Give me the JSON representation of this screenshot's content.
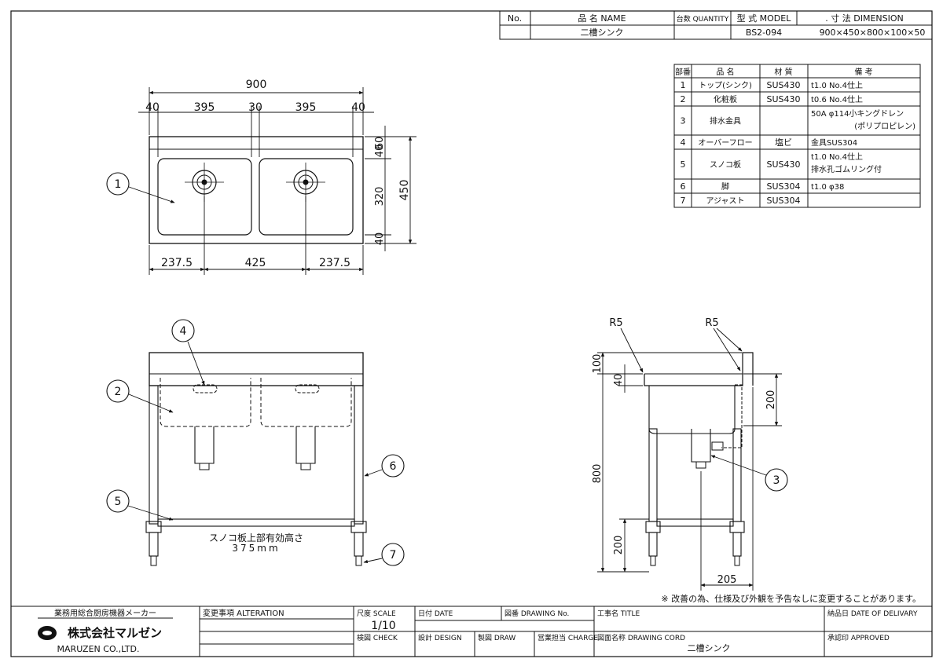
{
  "header": {
    "no_label": "No.",
    "name_label": "品 名 NAME",
    "qty_label": "台数 QUANTITY",
    "model_label": "型 式 MODEL",
    "dim_label": ". 寸 法 DIMENSION",
    "name_value": "二槽シンク",
    "model_value": "BS2-094",
    "dim_value": "900×450×800×100×50"
  },
  "parts_table": {
    "headers": [
      "部番",
      "品 名",
      "材 質",
      "備 考"
    ],
    "rows": [
      {
        "no": "1",
        "name": "トップ(シンク)",
        "material": "SUS430",
        "note": "t1.0 No.4仕上",
        "note2": ""
      },
      {
        "no": "2",
        "name": "化粧板",
        "material": "SUS430",
        "note": "t0.6 No.4仕上",
        "note2": ""
      },
      {
        "no": "3",
        "name": "排水金具",
        "material": "",
        "note": "50A φ114小キングドレン",
        "note2": "(ポリプロピレン)"
      },
      {
        "no": "4",
        "name": "オーバーフロー",
        "material": "塩ビ",
        "note": "金具SUS304",
        "note2": ""
      },
      {
        "no": "5",
        "name": "スノコ板",
        "material": "SUS430",
        "note": "t1.0 No.4仕上",
        "note2": "排水孔ゴムリング付"
      },
      {
        "no": "6",
        "name": "脚",
        "material": "SUS304",
        "note": "t1.0 φ38",
        "note2": ""
      },
      {
        "no": "7",
        "name": "アジャスト",
        "material": "SUS304",
        "note": "",
        "note2": ""
      }
    ]
  },
  "top_view": {
    "dim_total": "900",
    "dim_40a": "40",
    "dim_395a": "395",
    "dim_30": "30",
    "dim_395b": "395",
    "dim_40b": "40",
    "dim_v40a": "40",
    "dim_v60": "60",
    "dim_320": "320",
    "dim_v40b": "40",
    "dim_450": "450",
    "dim_237a": "237.5",
    "dim_425": "425",
    "dim_237b": "237.5",
    "callout": "1"
  },
  "front_view": {
    "callouts": [
      "4",
      "2",
      "5",
      "6",
      "7"
    ],
    "note_line1": "スノコ板上部有効高さ",
    "note_line2": "375mm"
  },
  "side_view": {
    "r5a": "R5",
    "r5b": "R5",
    "dim_100": "100",
    "dim_40": "40",
    "dim_200a": "200",
    "dim_800": "800",
    "dim_200b": "200",
    "dim_205": "205",
    "callout": "3"
  },
  "notice": "※ 改善の為、仕様及び外観を予告なしに変更することがあります。",
  "title_block": {
    "company_tag": "業務用総合厨房機器メーカー",
    "company_name": "株式会社マルゼン",
    "company_en": "MARUZEN CO.,LTD.",
    "alteration": "変更事項 ALTERATION",
    "scale_label": "尺度 SCALE",
    "scale_value": "1/10",
    "date_label": "日付 DATE",
    "drawing_no_label": "図番 DRAWING No.",
    "title_label": "工事名 TITLE",
    "delivery_label": "納品日 DATE OF DELIVARY",
    "check_label": "検図 CHECK",
    "design_label": "設計 DESIGN",
    "draw_label": "製図 DRAW",
    "charge_label": "営業担当 CHARGE",
    "cord_label": "図面名称 DRAWING CORD",
    "cord_value": "二槽シンク",
    "approved_label": "承認印 APPROVED"
  }
}
